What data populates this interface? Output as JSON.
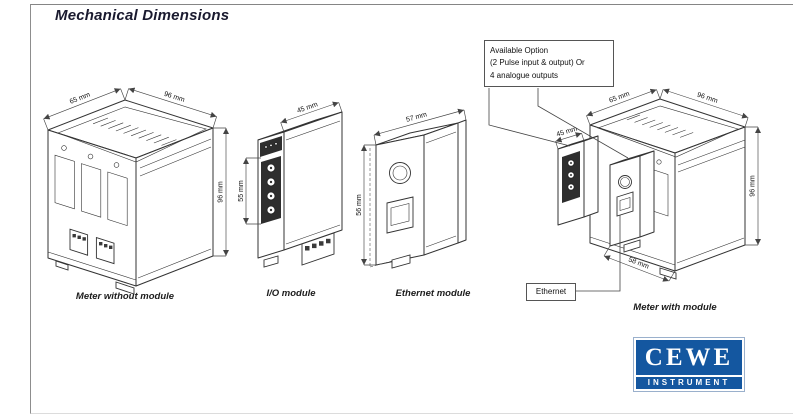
{
  "page": {
    "title": "Mechanical Dimensions"
  },
  "annotation_box": {
    "line1": "Available Option",
    "line2": "(2 Pulse input & output) Or",
    "line3": "4 analogue outputs"
  },
  "ethernet_label": "Ethernet",
  "drawings": {
    "meter_without_module": {
      "caption": "Meter without  module",
      "dim_depth": "65 mm",
      "dim_width": "96 mm",
      "dim_height": "96 mm"
    },
    "io_module": {
      "caption": "I/O module",
      "dim_depth": "45 mm",
      "dim_height": "55 mm"
    },
    "ethernet_module": {
      "caption": "Ethernet module",
      "dim_depth": "57 mm",
      "dim_height": "56 mm"
    },
    "meter_with_module": {
      "caption": "Meter with module",
      "dim_module_depth": "45 mm",
      "dim_depth": "65 mm",
      "dim_width": "96 mm",
      "dim_height": "96 mm",
      "dim_bottom_width": "58 mm"
    }
  },
  "logo": {
    "brand": "CEWE",
    "subtitle": "INSTRUMENT"
  },
  "colors": {
    "brand_blue": "#1457a0",
    "line": "#333333",
    "title_color": "#1a1a2f"
  }
}
